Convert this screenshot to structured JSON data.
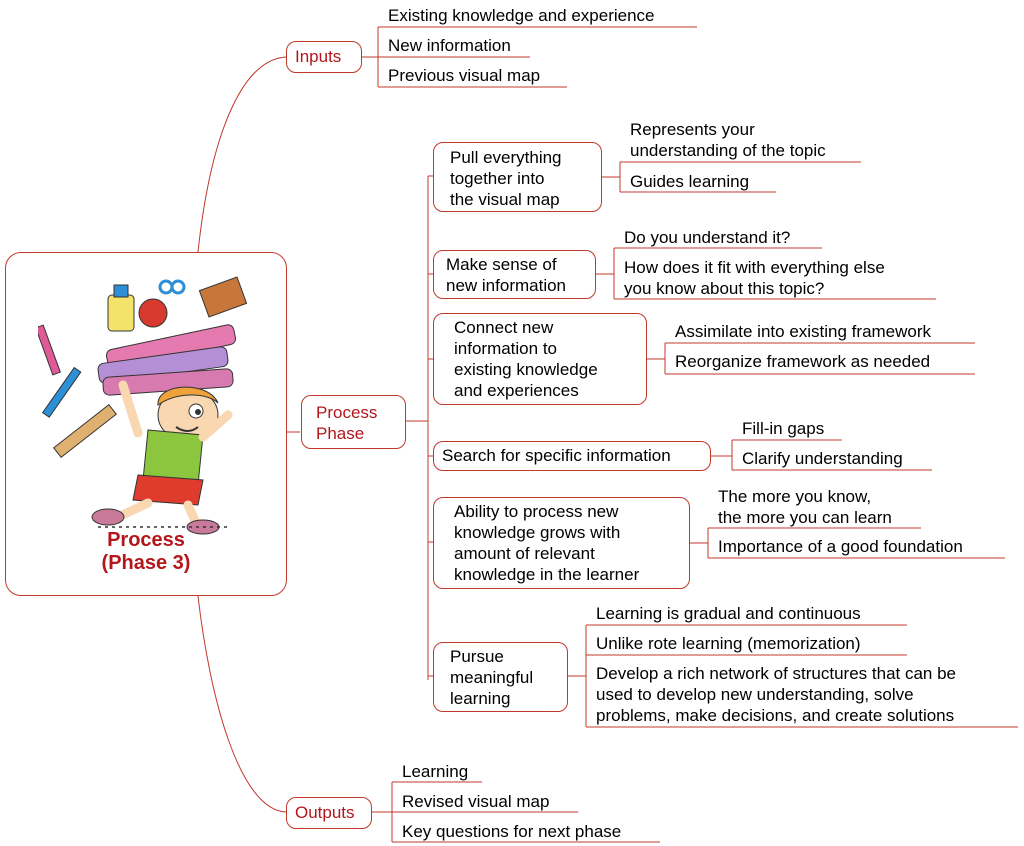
{
  "central": {
    "title": "Process\n(Phase 3)",
    "illustration_icon": "student-carrying-books-icon"
  },
  "inputs": {
    "label": "Inputs",
    "items": [
      "Existing knowledge and experience",
      "New information",
      "Previous visual map"
    ]
  },
  "process": {
    "label": "Process\nPhase",
    "topics": [
      {
        "label": "Pull everything\ntogether into\nthe visual map",
        "items": [
          "Represents your\nunderstanding of the topic",
          "Guides learning"
        ]
      },
      {
        "label": "Make sense of\nnew information",
        "items": [
          "Do you understand it?",
          "How does it fit with everything else\nyou know about this topic?"
        ]
      },
      {
        "label": "Connect new\ninformation to\nexisting knowledge\nand experiences",
        "items": [
          "Assimilate into existing framework",
          "Reorganize framework as needed"
        ]
      },
      {
        "label": "Search for specific information",
        "items": [
          "Fill-in gaps",
          "Clarify understanding"
        ]
      },
      {
        "label": "Ability to process new\nknowledge grows with\namount of  relevant\nknowledge in the learner",
        "items": [
          "The more you know,\nthe more you can learn",
          "Importance of a good foundation"
        ]
      },
      {
        "label": "Pursue\nmeaningful\nlearning",
        "items": [
          "Learning is gradual and continuous",
          "Unlike rote learning (memorization)",
          "Develop a rich network of structures that can be\nused to develop new understanding, solve\nproblems, make decisions, and create solutions"
        ]
      }
    ]
  },
  "outputs": {
    "label": "Outputs",
    "items": [
      "Learning",
      "Revised visual map",
      "Key questions for next phase"
    ]
  },
  "colors": {
    "line": "#c0392b",
    "accent_text": "#b3171c"
  }
}
